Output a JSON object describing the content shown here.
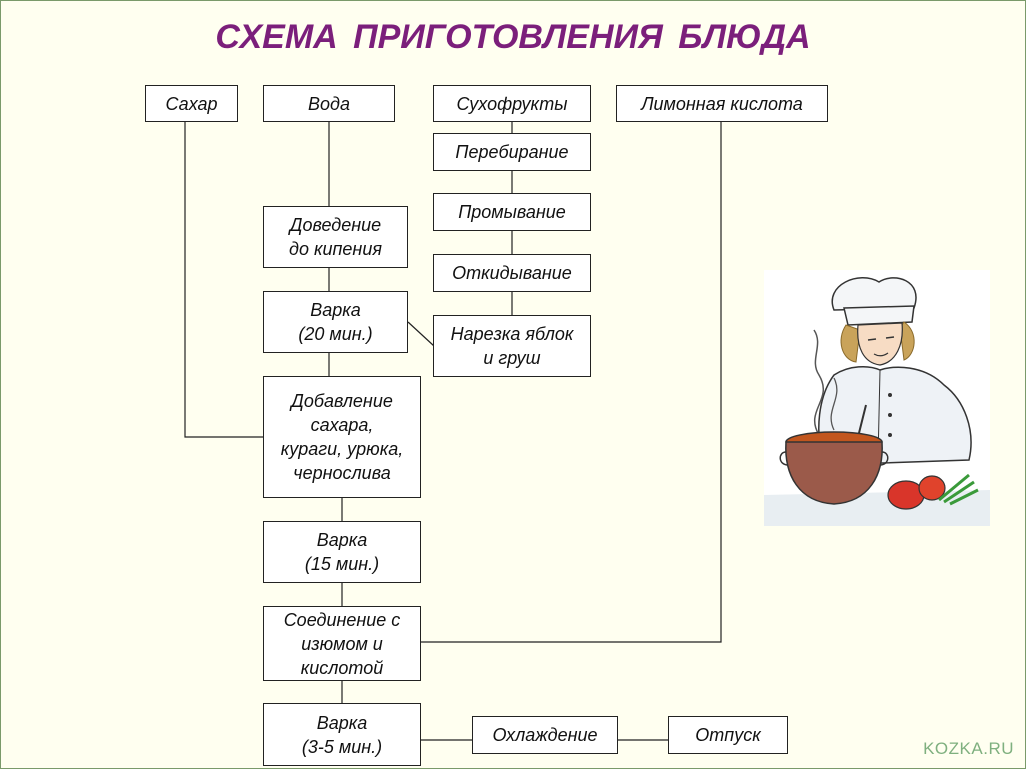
{
  "title": "СХЕМА  ПРИГОТОВЛЕНИЯ  БЛЮДА",
  "ingredients": {
    "sugar": "Сахар",
    "water": "Вода",
    "dried_fruits": "Сухофрукты",
    "citric_acid": "Лимонная кислота"
  },
  "steps": {
    "sorting": "Перебирание",
    "washing": "Промывание",
    "draining": "Откидывание",
    "cutting": "Нарезка яблок\nи груш",
    "boiling_water": "Доведение\nдо кипения",
    "cook_20": "Варка\n(20 мин.)",
    "add_sugar": "Добавление\nсахара,\nкураги, урюка,\nчернослива",
    "cook_15": "Варка\n(15 мин.)",
    "combine": "Соединение с\nизюмом и\nкислотой",
    "cook_3_5": "Варка\n(3-5 мин.)",
    "cooling": "Охлаждение",
    "serving": "Отпуск"
  },
  "watermark": "KOZKA.RU",
  "colors": {
    "title": "#7b1f7b",
    "background": "#fffff0",
    "border": "#7a9a6a"
  }
}
